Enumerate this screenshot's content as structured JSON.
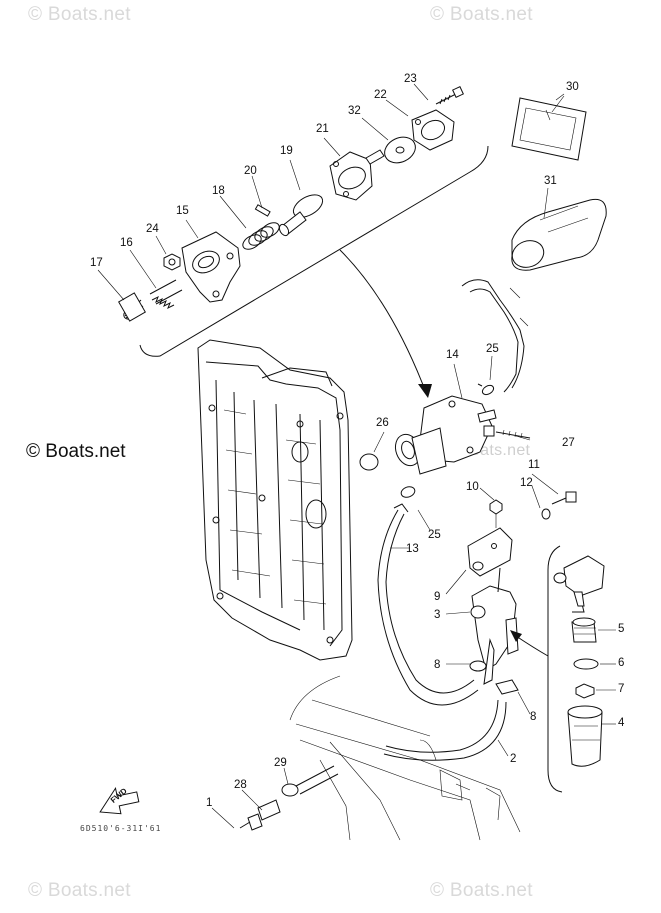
{
  "watermarks": {
    "top_left": "© Boats.net",
    "top_right": "© Boats.net",
    "middle_left": "© Boats.net",
    "middle_faint": "Boats.net",
    "bottom_left": "© Boats.net",
    "bottom_right": "© Boats.net"
  },
  "part_numbers": [
    "1",
    "2",
    "3",
    "4",
    "5",
    "6",
    "7",
    "8",
    "8",
    "9",
    "10",
    "11",
    "12",
    "13",
    "14",
    "15",
    "16",
    "17",
    "18",
    "19",
    "20",
    "21",
    "22",
    "23",
    "24",
    "25",
    "25",
    "26",
    "27",
    "28",
    "29",
    "30",
    "31",
    "32"
  ],
  "fwd_label": "FWD",
  "diagram_code": "6D510'6-31I'61",
  "colors": {
    "line": "#111111",
    "watermark": "#d9d9d9",
    "background": "#ffffff"
  }
}
